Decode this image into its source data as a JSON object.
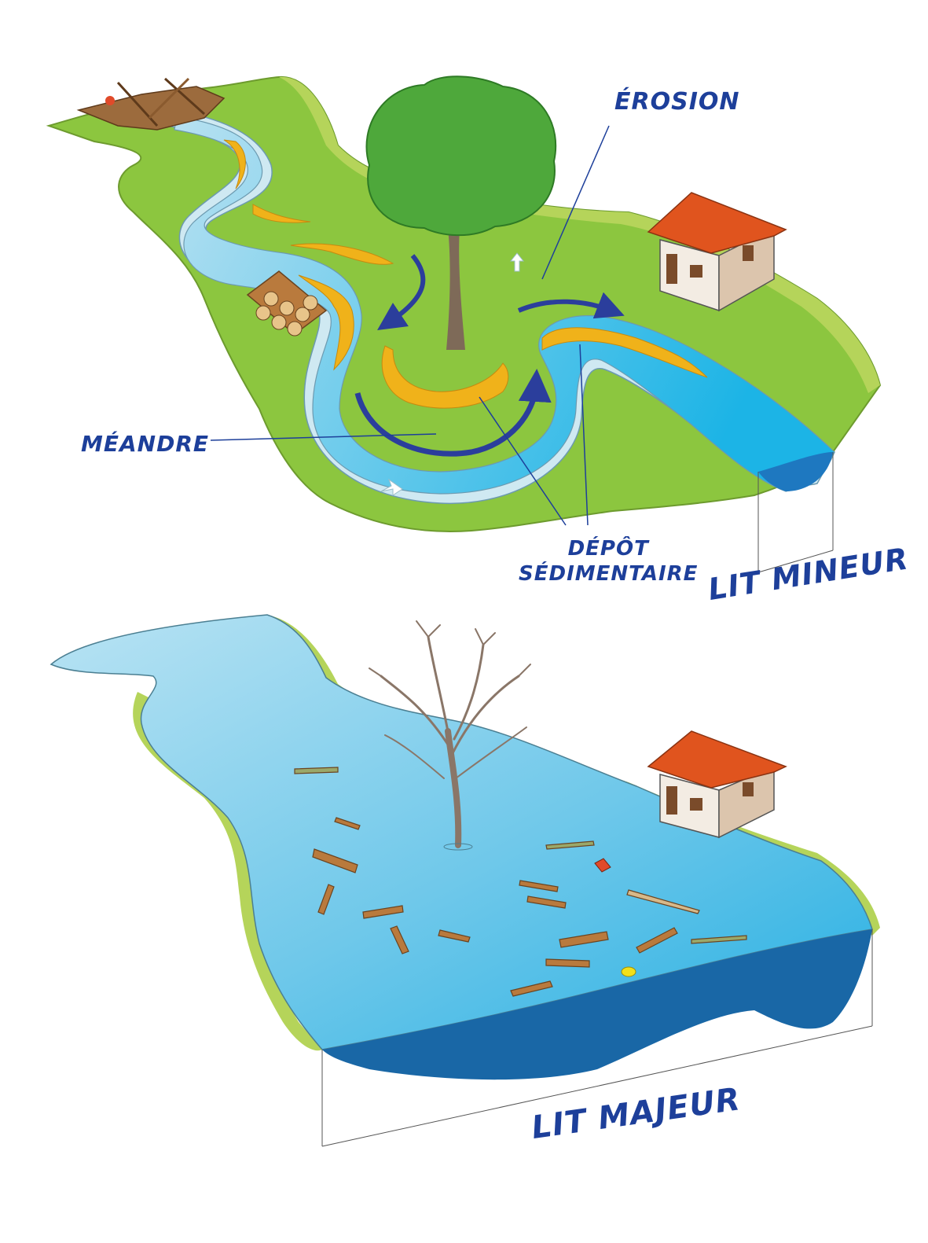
{
  "labels": {
    "erosion": "ÉROSION",
    "meandre": "MÉANDRE",
    "depot_line1": "DÉPÔT",
    "depot_line2": "SÉDIMENTAIRE",
    "lit_mineur": "LIT MINEUR",
    "lit_majeur": "LIT MAJEUR"
  },
  "colors": {
    "grass": "#8cc63f",
    "grass_edge": "#b5d45a",
    "water": "#7fd0ee",
    "water_light": "#cfe9f2",
    "water_deep": "#1967a6",
    "sediment": "#f0b21a",
    "arrow": "#2b3e9c",
    "roof": "#e0541e",
    "wall": "#dcc5ad",
    "wood": "#b97a3d",
    "tree_leaf": "#4ea83b",
    "trunk": "#7e6a58",
    "label": "#1d3f9a"
  }
}
